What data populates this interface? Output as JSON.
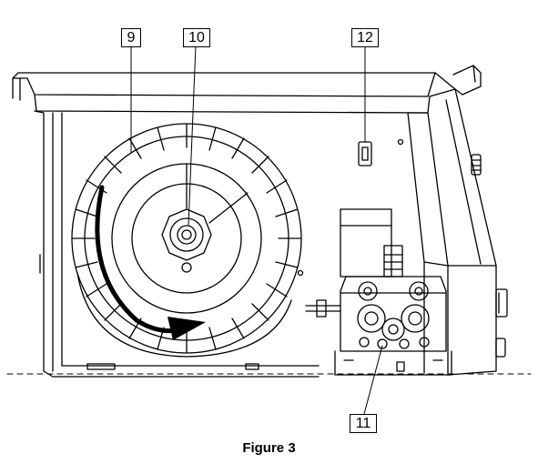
{
  "callouts": {
    "c9": "9",
    "c10": "10",
    "c11": "11",
    "c12": "12"
  },
  "caption": "Figure 3",
  "colors": {
    "line": "#000000",
    "background": "#ffffff",
    "arrow": "#000000"
  }
}
